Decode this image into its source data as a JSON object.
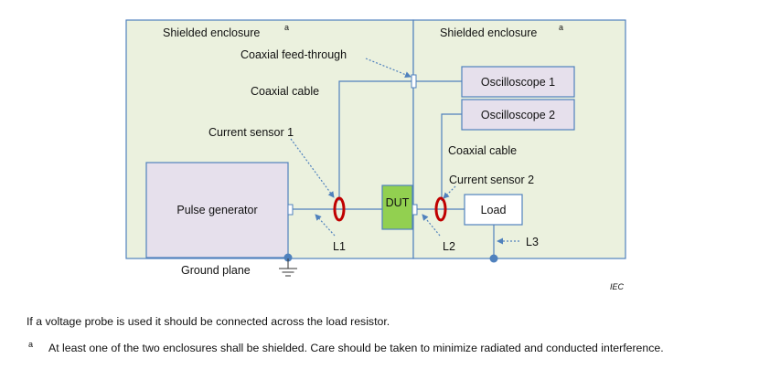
{
  "diagram": {
    "left_enclosure_label": "Shielded enclosure",
    "right_enclosure_label": "Shielded enclosure",
    "footnote_marker": "a",
    "coaxial_feedthrough_label": "Coaxial feed-through",
    "coaxial_cable_label_left": "Coaxial cable",
    "coaxial_cable_label_right": "Coaxial cable",
    "current_sensor_1_label": "Current sensor 1",
    "current_sensor_2_label": "Current sensor 2",
    "pulse_generator_label": "Pulse generator",
    "dut_label": "DUT",
    "load_label": "Load",
    "oscilloscope_1_label": "Oscilloscope 1",
    "oscilloscope_2_label": "Oscilloscope 2",
    "l1_label": "L1",
    "l2_label": "L2",
    "l3_label": "L3",
    "ground_plane_label": "Ground plane",
    "iec_label": "IEC",
    "colors": {
      "enclosure_fill": "#ebf1de",
      "enclosure_border": "#4f81bd",
      "box_fill": "#e6e0ec",
      "dut_fill": "#92d050",
      "sensor_color": "#c00000",
      "wire_color": "#4f81bd"
    }
  },
  "notes": {
    "note_text": "If a voltage probe is used it should be connected across the load resistor.",
    "footnote_marker": "a",
    "footnote_text": "At least one of the two enclosures shall be shielded. Care should be taken to minimize radiated and conducted interference."
  }
}
